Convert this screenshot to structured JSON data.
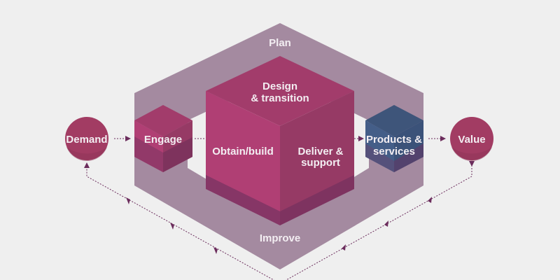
{
  "diagram": {
    "frame": {
      "top_label": "Plan",
      "bottom_label": "Improve"
    },
    "input_node": {
      "label": "Demand"
    },
    "output_node": {
      "label": "Value"
    },
    "engage_cube": {
      "label": "Engage"
    },
    "central_cube": {
      "top_label_line1": "Design",
      "top_label_line2": "& transition",
      "left_label": "Obtain/build",
      "right_label_line1": "Deliver &",
      "right_label_line2": "support"
    },
    "products_cube": {
      "label_line1": "Products &",
      "label_line2": "services"
    },
    "colors": {
      "background": "#efefef",
      "frame": "#a48aa0",
      "magenta_top": "#a23c6b",
      "magenta_left": "#b03f74",
      "magenta_right": "#963a65",
      "magenta_dark": "#7e3563",
      "blue_top": "#3e557a",
      "blue_left": "#445e88",
      "arrow": "#6b2c5c"
    }
  }
}
